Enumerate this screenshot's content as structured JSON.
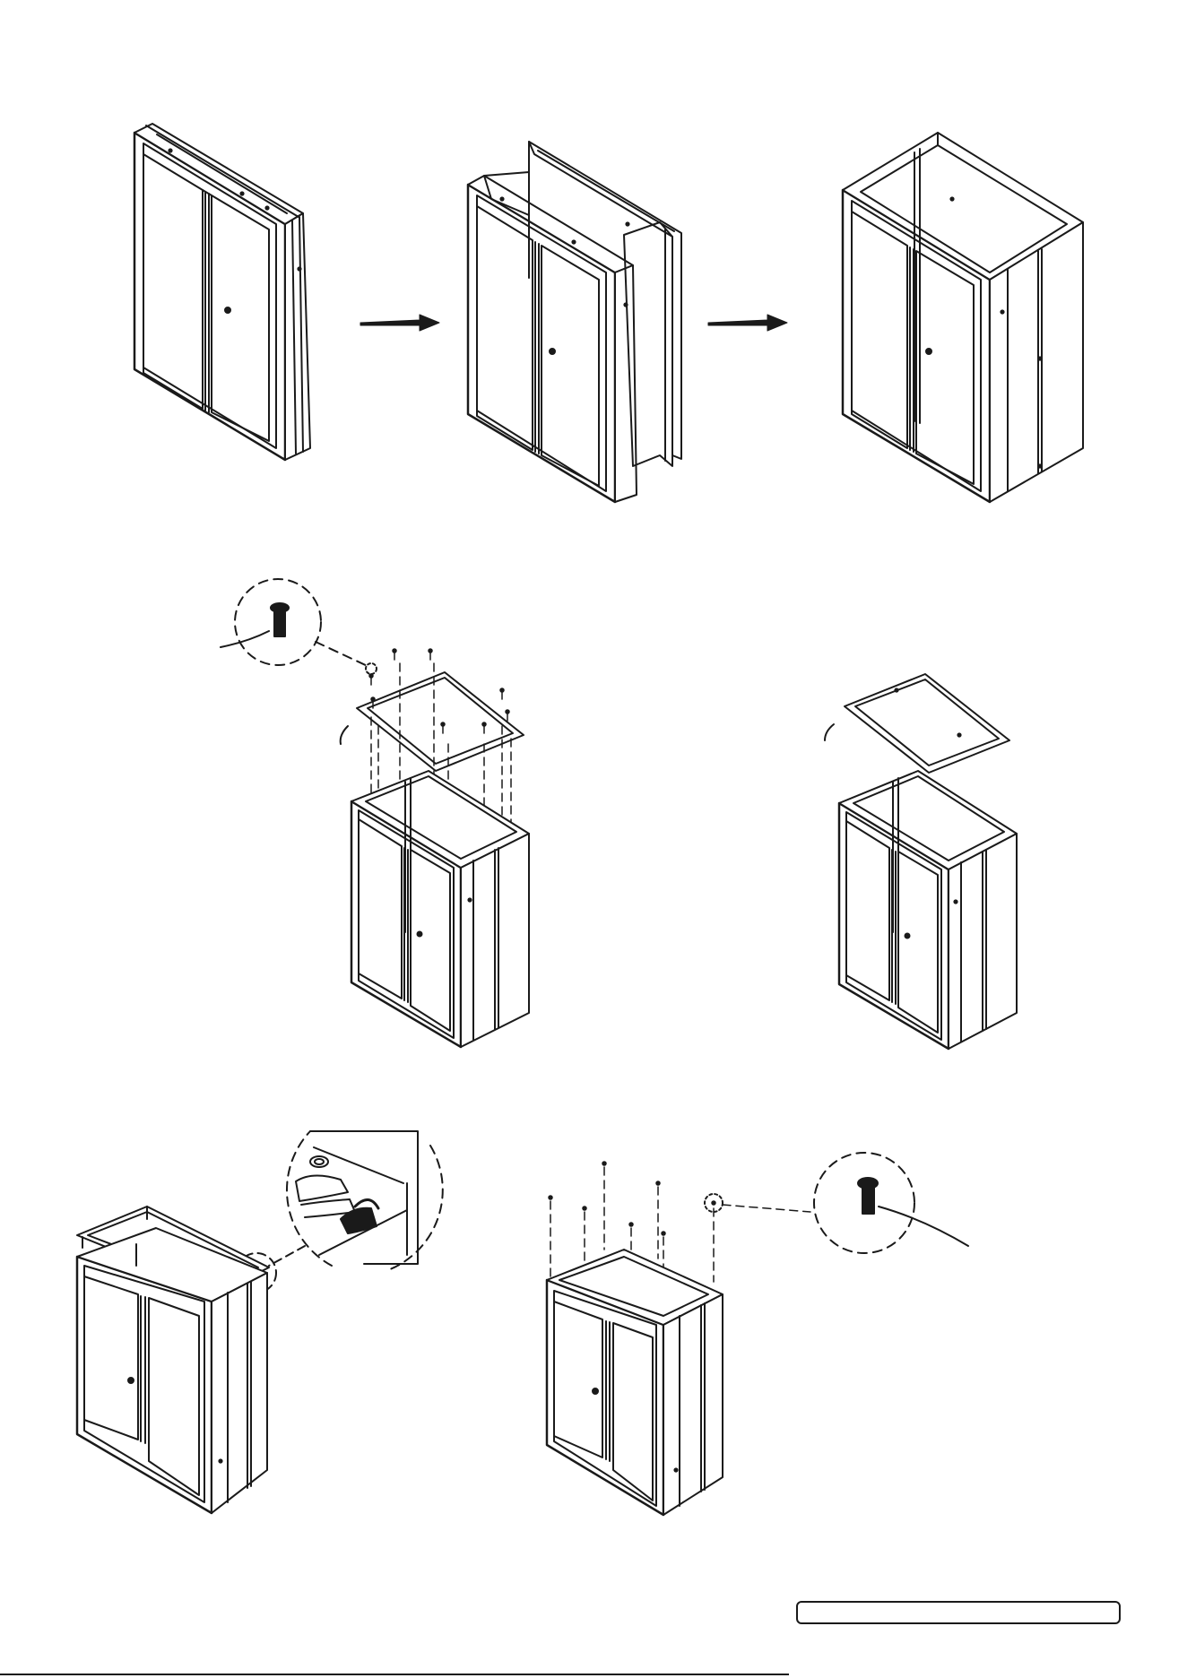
{
  "page": {
    "ink_color": "#1a1a1a",
    "background_color": "#ffffff"
  },
  "steps": [
    {
      "id": "unfold-folded",
      "figure": "cabinet-folded"
    },
    {
      "id": "unfold-partial",
      "figure": "cabinet-partially-unfolded"
    },
    {
      "id": "unfold-complete",
      "figure": "cabinet-unfolded"
    },
    {
      "id": "top-frame-screws",
      "figure": "top-frame-exploded-with-screws"
    },
    {
      "id": "top-frame-placement",
      "figure": "top-frame-exploded"
    },
    {
      "id": "top-panel-clip",
      "figure": "top-panel-clip-detail"
    },
    {
      "id": "top-panel-screws",
      "figure": "top-panel-screws"
    }
  ],
  "icons": {
    "arrow": "right-arrow-icon",
    "screw": "bolt-icon",
    "detail": "magnifier-circle-icon"
  },
  "footer": {
    "text": ""
  }
}
